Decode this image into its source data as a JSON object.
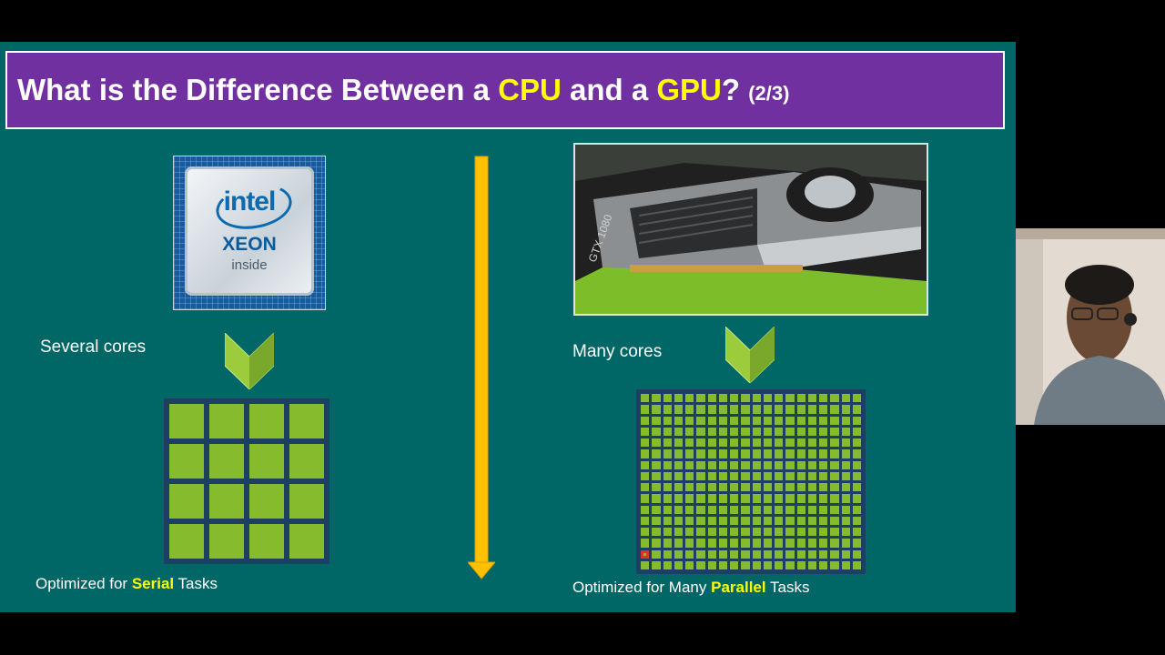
{
  "slide": {
    "title": {
      "part1": "What is the Difference Between a ",
      "cpu": "CPU",
      "part2": " and a ",
      "gpu": "GPU",
      "part3": "? ",
      "page": "(2/3)"
    },
    "cpu": {
      "chip_brand": "intel",
      "chip_model": "XEON",
      "chip_suffix": "inside",
      "cores_label": "Several cores",
      "optimized_prefix": "Optimized for ",
      "optimized_highlight": "Serial",
      "optimized_suffix": " Tasks",
      "core_count": 16
    },
    "gpu": {
      "card_text": "GTX 1080",
      "cores_label": "Many cores",
      "optimized_prefix": "Optimized for Many ",
      "optimized_highlight": "Parallel",
      "optimized_suffix": " Tasks",
      "core_count": 320
    },
    "colors": {
      "background": "#006666",
      "title_bar": "#7030A0",
      "highlight": "#FFFF00",
      "core_green": "#86bb2e",
      "grid_border": "#1d3f62",
      "arrow": "#FFC000"
    },
    "icons": {
      "chevron": "chevron-down-icon",
      "arrow": "arrow-down-icon"
    }
  }
}
